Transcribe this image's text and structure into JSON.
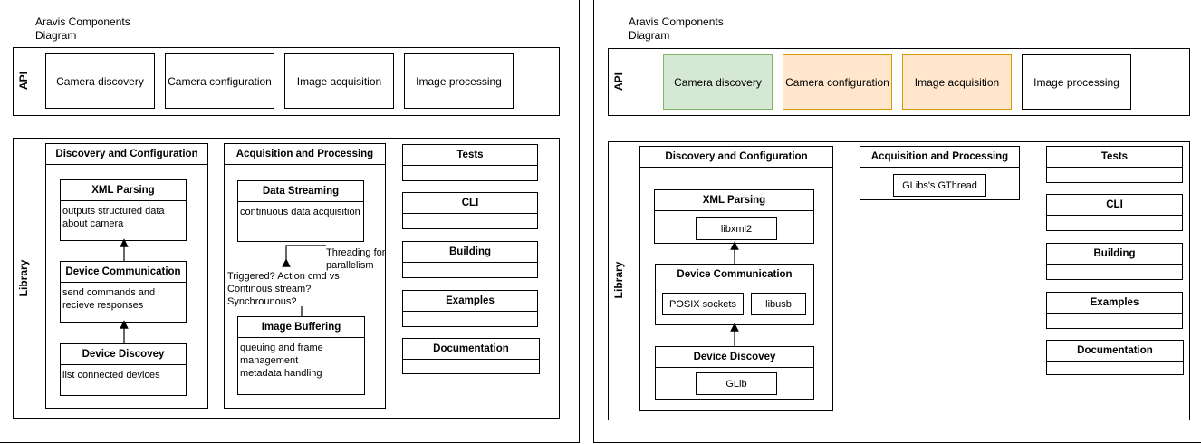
{
  "colors": {
    "green": "#d5e8d4",
    "greenBorder": "#82b366",
    "orange": "#ffe6cc",
    "orangeBorder": "#d79b00"
  },
  "left": {
    "title": "Aravis Components\nDiagram",
    "api_label": "API",
    "library_label": "Library",
    "api_boxes": [
      "Camera discovery",
      "Camera configuration",
      "Image acquisition",
      "Image processing"
    ],
    "discovery": {
      "header": "Discovery and Configuration",
      "xml": {
        "header": "XML Parsing",
        "body": "outputs structured data about camera"
      },
      "device_comm": {
        "header": "Device Communication",
        "body": "send commands and recieve responses"
      },
      "device_discovery": {
        "header": "Device Discovey",
        "body": "list connected devices"
      }
    },
    "acquisition": {
      "header": "Acquisition and Processing",
      "streaming": {
        "header": "Data Streaming",
        "body": "continuous data acquisition"
      },
      "threading_note": "Threading for parallelism",
      "triggered_note": "Triggered? Action cmd vs Continous stream? Synchrounous?",
      "buffering": {
        "header": "Image Buffering",
        "body": "queuing and frame management\nmetadata handling"
      }
    },
    "side": [
      "Tests",
      "CLI",
      "Building",
      "Examples",
      "Documentation"
    ]
  },
  "right": {
    "title": "Aravis Components\nDiagram",
    "api_label": "API",
    "library_label": "Library",
    "api_boxes": [
      "Camera discovery",
      "Camera configuration",
      "Image acquisition",
      "Image processing"
    ],
    "discovery": {
      "header": "Discovery and Configuration",
      "xml": {
        "header": "XML Parsing",
        "lib": "libxml2"
      },
      "device_comm": {
        "header": "Device Communication",
        "lib1": "POSIX sockets",
        "lib2": "libusb"
      },
      "device_discovery": {
        "header": "Device Discovey",
        "lib": "GLib"
      }
    },
    "acquisition": {
      "header": "Acquisition and Processing",
      "lib": "GLibs's GThread"
    },
    "side": [
      "Tests",
      "CLI",
      "Building",
      "Examples",
      "Documentation"
    ]
  }
}
